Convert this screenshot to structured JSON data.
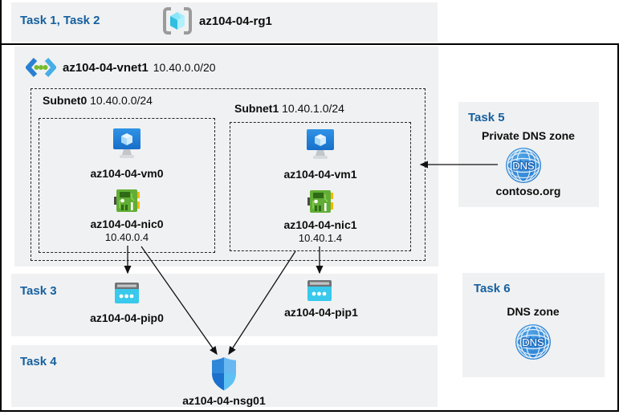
{
  "tasks": {
    "t12": {
      "label": "Task 1, Task 2"
    },
    "t3": {
      "label": "Task 3"
    },
    "t4": {
      "label": "Task 4"
    },
    "t5": {
      "label": "Task 5",
      "title": "Private DNS zone",
      "zone_name": "contoso.org"
    },
    "t6": {
      "label": "Task 6",
      "title": "DNS zone"
    }
  },
  "resource_group": {
    "name": "az104-04-rg1"
  },
  "vnet": {
    "name": "az104-04-vnet1",
    "cidr": "10.40.0.0/20"
  },
  "subnets": [
    {
      "name": "Subnet0",
      "cidr": "10.40.0.0/24",
      "vm": "az104-04-vm0",
      "nic": "az104-04-nic0",
      "nic_ip": "10.40.0.4",
      "pip": "az104-04-pip0"
    },
    {
      "name": "Subnet1",
      "cidr": "10.40.1.0/24",
      "vm": "az104-04-vm1",
      "nic": "az104-04-nic1",
      "nic_ip": "10.40.1.4",
      "pip": "az104-04-pip1"
    }
  ],
  "nsg": {
    "name": "az104-04-nsg01"
  },
  "icons": {
    "dns_label": "DNS",
    "resource_group_icon": "gray brackets with cyan cube",
    "vnet_icon": "blue chevrons with green dots",
    "vm_icon": "blue monitor with cube",
    "nic_icon": "green network card",
    "pip_icon": "cyan browser window with dots",
    "nsg_icon": "blue quartered shield",
    "dns_icon": "blue globe with DNS text"
  },
  "colors": {
    "task_label_blue": "#16609f",
    "panel_bg": "#f0f1f2",
    "border_black": "#000000",
    "vm_icon_blue": "#1f7ed5",
    "nic_icon_green": "#61ad35",
    "pip_icon_cyan": "#38c9ec",
    "dns_icon_blue": "#2e86d8",
    "nsg_shield_blues": [
      "#2f87da",
      "#68b8f2",
      "#1a70cc",
      "#5ec1f2"
    ]
  }
}
